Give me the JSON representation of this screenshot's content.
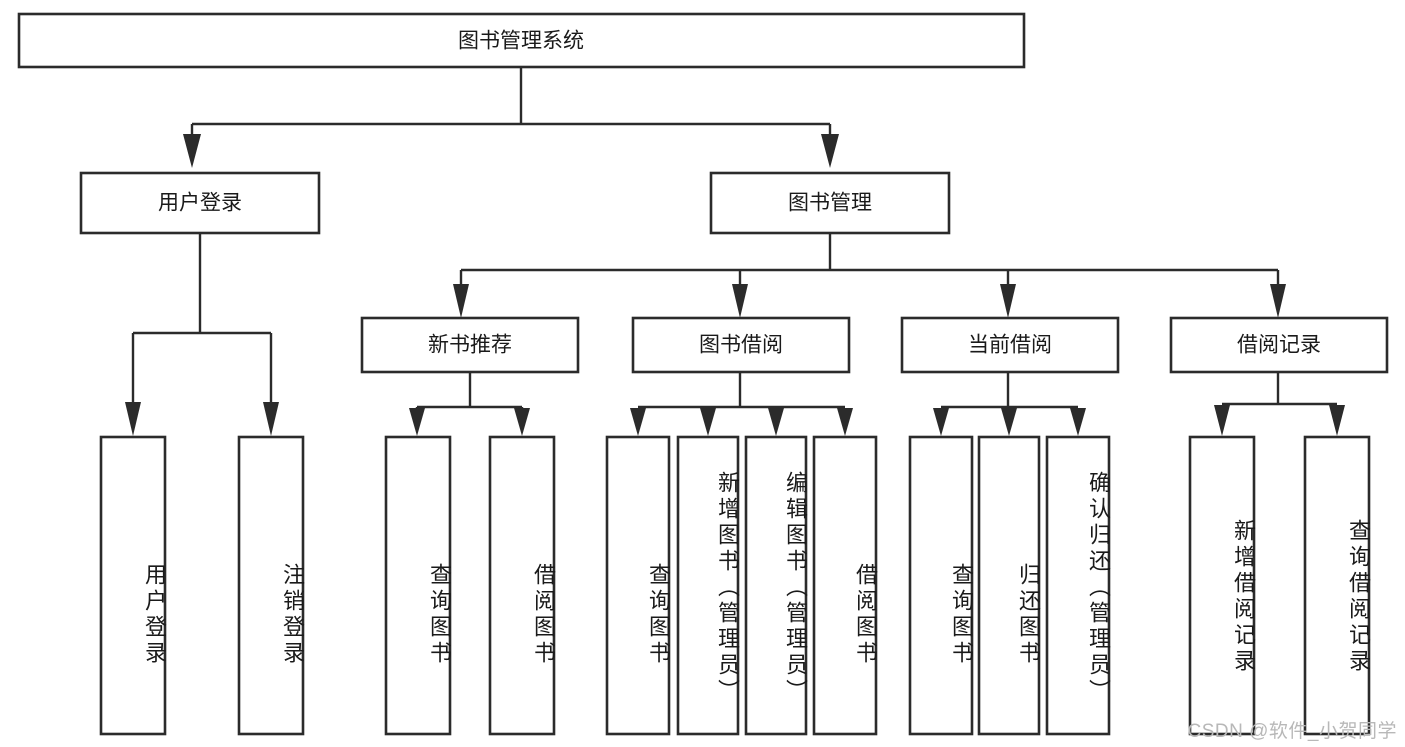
{
  "diagram": {
    "title": "图书管理系统",
    "type": "tree-hierarchy",
    "watermark": "CSDN @软件_小贺同学",
    "accent_color": "#2b2b2b",
    "background_color": "#ffffff",
    "root": {
      "label": "图书管理系统"
    },
    "level2": [
      {
        "label": "用户登录"
      },
      {
        "label": "图书管理"
      }
    ],
    "level3": [
      {
        "label": "新书推荐"
      },
      {
        "label": "图书借阅"
      },
      {
        "label": "当前借阅"
      },
      {
        "label": "借阅记录"
      }
    ],
    "leaves": {
      "user_login": [
        {
          "label": "用户登录"
        },
        {
          "label": "注销登录"
        }
      ],
      "new_book_recommend": [
        {
          "label": "查询图书"
        },
        {
          "label": "借阅图书"
        }
      ],
      "book_borrow": [
        {
          "label": "查询图书"
        },
        {
          "label": "新增图书（管理员）"
        },
        {
          "label": "编辑图书（管理员）"
        },
        {
          "label": "借阅图书"
        }
      ],
      "current_borrow": [
        {
          "label": "查询图书"
        },
        {
          "label": "归还图书"
        },
        {
          "label": "确认归还（管理员）"
        }
      ],
      "borrow_record": [
        {
          "label": "新增借阅记录"
        },
        {
          "label": "查询借阅记录"
        }
      ]
    }
  }
}
